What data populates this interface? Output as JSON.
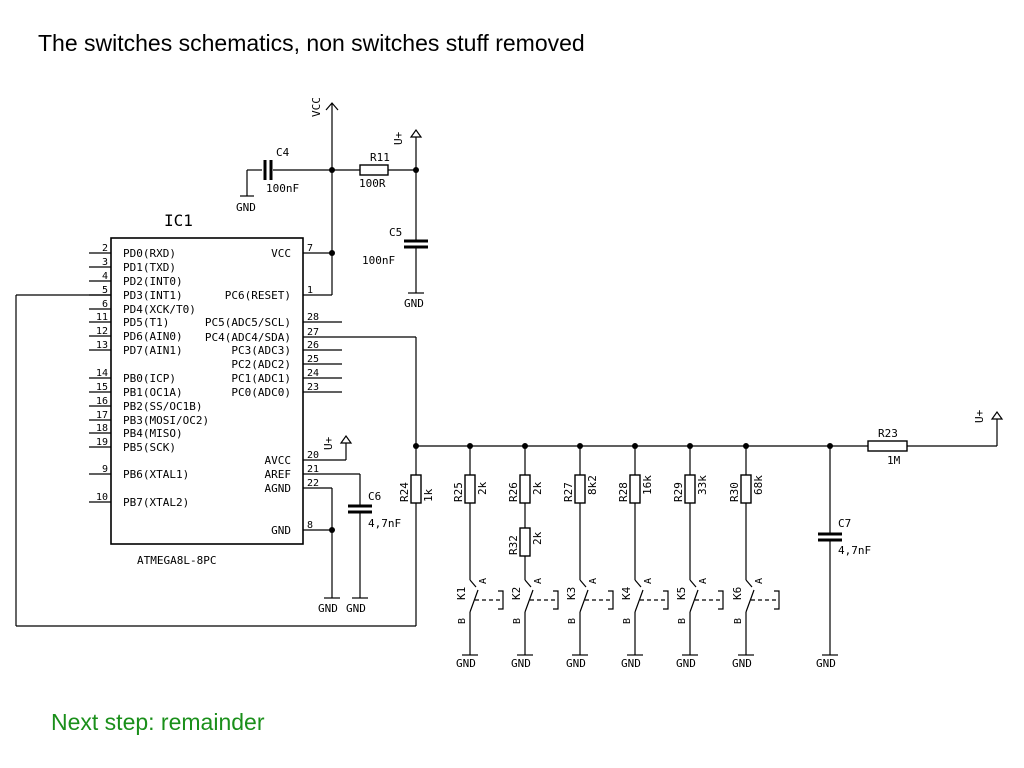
{
  "slide": {
    "title": "The switches schematics, non switches stuff removed",
    "footer": "Next step: remainder",
    "footer_color": "#1a8f1a"
  },
  "ic": {
    "ref": "IC1",
    "part": "ATMEGA8L-8PC",
    "left_pins": [
      {
        "num": "2",
        "name": "PD0(RXD)"
      },
      {
        "num": "3",
        "name": "PD1(TXD)"
      },
      {
        "num": "4",
        "name": "PD2(INT0)"
      },
      {
        "num": "5",
        "name": "PD3(INT1)"
      },
      {
        "num": "6",
        "name": "PD4(XCK/T0)"
      },
      {
        "num": "11",
        "name": "PD5(T1)"
      },
      {
        "num": "12",
        "name": "PD6(AIN0)"
      },
      {
        "num": "13",
        "name": "PD7(AIN1)"
      },
      {
        "num": "14",
        "name": "PB0(ICP)"
      },
      {
        "num": "15",
        "name": "PB1(OC1A)"
      },
      {
        "num": "16",
        "name": "PB2(SS/OC1B)"
      },
      {
        "num": "17",
        "name": "PB3(MOSI/OC2)"
      },
      {
        "num": "18",
        "name": "PB4(MISO)"
      },
      {
        "num": "19",
        "name": "PB5(SCK)"
      },
      {
        "num": "9",
        "name": "PB6(XTAL1)"
      },
      {
        "num": "10",
        "name": "PB7(XTAL2)"
      }
    ],
    "right_pins": [
      {
        "num": "7",
        "name": "VCC"
      },
      {
        "num": "1",
        "name": "PC6(RESET)"
      },
      {
        "num": "28",
        "name": "PC5(ADC5/SCL)"
      },
      {
        "num": "27",
        "name": "PC4(ADC4/SDA)"
      },
      {
        "num": "26",
        "name": "PC3(ADC3)"
      },
      {
        "num": "25",
        "name": "PC2(ADC2)"
      },
      {
        "num": "24",
        "name": "PC1(ADC1)"
      },
      {
        "num": "23",
        "name": "PC0(ADC0)"
      },
      {
        "num": "20",
        "name": "AVCC"
      },
      {
        "num": "21",
        "name": "AREF"
      },
      {
        "num": "22",
        "name": "AGND"
      },
      {
        "num": "8",
        "name": "GND"
      }
    ]
  },
  "power": {
    "vcc": "VCC",
    "vplus": "U+",
    "gnd": "GND"
  },
  "components": {
    "c4": {
      "ref": "C4",
      "value": "100nF"
    },
    "r11": {
      "ref": "R11",
      "value": "100R"
    },
    "c5": {
      "ref": "C5",
      "value": "100nF"
    },
    "c6": {
      "ref": "C6",
      "value": "4,7nF"
    },
    "c7": {
      "ref": "C7",
      "value": "4,7nF"
    },
    "r23": {
      "ref": "R23",
      "value": "1M"
    },
    "r24": {
      "ref": "R24",
      "value": "1k"
    },
    "r32": {
      "ref": "R32",
      "value": "2k"
    }
  },
  "ladder": [
    {
      "res": "R25",
      "value": "2k",
      "switch": "K1"
    },
    {
      "res": "R26",
      "value": "2k",
      "switch": "K2"
    },
    {
      "res": "R27",
      "value": "8k2",
      "switch": "K3"
    },
    {
      "res": "R28",
      "value": "16k",
      "switch": "K4"
    },
    {
      "res": "R29",
      "value": "33k",
      "switch": "K5"
    },
    {
      "res": "R30",
      "value": "68k",
      "switch": "K6"
    }
  ],
  "switch_pins": {
    "a": "A",
    "b": "B"
  }
}
